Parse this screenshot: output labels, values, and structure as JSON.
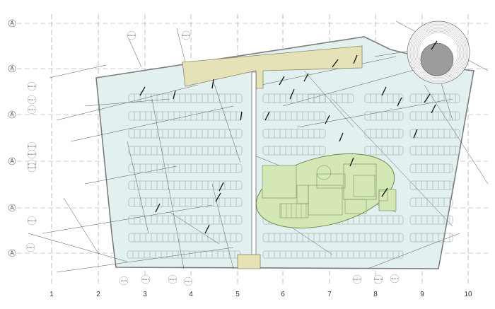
{
  "grid": {
    "columns": [
      "1",
      "2",
      "3",
      "4",
      "5",
      "6",
      "7",
      "8",
      "9",
      "10"
    ],
    "rows": [
      "A",
      "A",
      "A",
      "A",
      "A",
      "A"
    ]
  },
  "zone_tags": [
    {
      "label": "Zone 16"
    },
    {
      "label": "Zone 15"
    },
    {
      "label": "Zone 11"
    },
    {
      "label": "Zone 7"
    },
    {
      "label": "Zone 1"
    },
    {
      "label": "Zone 12"
    },
    {
      "label": "Zone 13"
    },
    {
      "label": "Zone 14"
    },
    {
      "label": "Zone 15"
    },
    {
      "label": "Zone 10"
    },
    {
      "label": "Zone 2"
    },
    {
      "label": "pin 03"
    },
    {
      "label": "Zone 6"
    },
    {
      "label": "Zone 5"
    },
    {
      "label": "Zone 4"
    },
    {
      "label": "Zone 17"
    },
    {
      "label": "Zone 18"
    },
    {
      "label": "Zone 3"
    }
  ],
  "colors": {
    "floor": "#e2f1f0",
    "outline": "#7d7d7d",
    "core": "#e6e2b8",
    "core_outline": "#8b8762",
    "ellipse": "#d4e7b4",
    "ellipse_outline": "#6d8a4f",
    "dome": "#9c9c9c"
  }
}
